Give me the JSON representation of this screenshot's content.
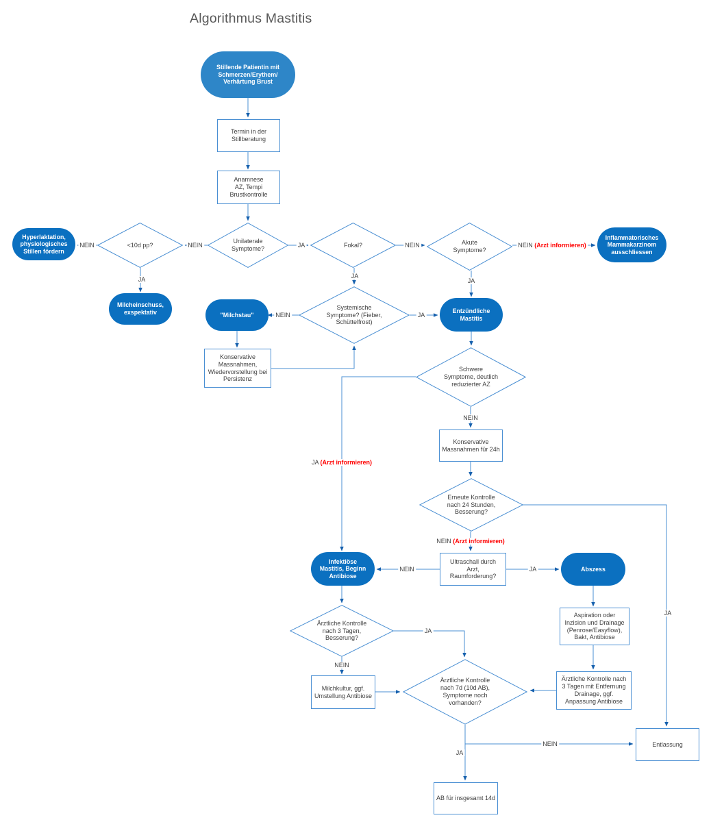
{
  "title": "Algorithmus Mastitis",
  "colors": {
    "node_blue_fill": "#0b70c0",
    "start_blue_fill": "#2e86c8",
    "line_blue": "#4a8fd3",
    "arrow_blue": "#1660ad",
    "text_gray": "#404040",
    "title_gray": "#595959",
    "alert_red": "#ff0000"
  },
  "labels": {
    "ja": "JA",
    "nein": "NEIN",
    "arzt": "(Arzt informieren)"
  },
  "nodes": {
    "start": {
      "label": "Stillende Patientin mit\nSchmerzen/Erythem/\nVerhärtung Brust"
    },
    "termin": {
      "label": "Termin in der\nStillberatung"
    },
    "anamnese": {
      "label": "Anamnese\nAZ, Tempi\nBrustkontrolle"
    },
    "d10pp": {
      "label": "<10d pp?"
    },
    "unilateral": {
      "label": "Unilaterale\nSymptome?"
    },
    "fokal": {
      "label": "Fokal?"
    },
    "akut": {
      "label": "Akute\nSymptome?"
    },
    "hyper": {
      "label": "Hyperlaktation,\nphysiologisches\nStillen fördern"
    },
    "inflamm": {
      "label": "Inflammatorisches\nMammakarzinom\nausschliessen"
    },
    "milcheinschuss": {
      "label": "Milcheinschuss,\nexspektativ"
    },
    "milchstau": {
      "label": "\"Milchstau\""
    },
    "system": {
      "label": "Systemische\nSymptome? (Fieber,\nSchüttelfrost)"
    },
    "entzuendlich": {
      "label": "Entzündliche\nMastitis"
    },
    "konservativ_persistenz": {
      "label": "Konservative\nMassnahmen,\nWiedervorstellung bei\nPersistenz"
    },
    "schwere": {
      "label": "Schwere\nSymptome, deutlich\nreduzierter AZ"
    },
    "konservativ_24h": {
      "label": "Konservative\nMassnahmen für 24h"
    },
    "erneute": {
      "label": "Erneute Kontrolle\nnach 24 Stunden,\nBesserung?"
    },
    "ultraschall": {
      "label": "Ultraschall durch\nArzt,\nRaumforderung?"
    },
    "infektioes": {
      "label": "Infektiöse\nMastitis, Beginn\nAntibiose"
    },
    "abszess": {
      "label": "Abszess"
    },
    "aerztl3": {
      "label": "Ärztliche Kontrolle\nnach 3 Tagen,\nBesserung?"
    },
    "aspiration": {
      "label": "Aspiration oder\nInzision und Drainage\n(Penrose/Easyflow),\nBakt, Antibiose"
    },
    "milchkultur": {
      "label": "Milchkultur, ggf.\nUmstellung Antibiose"
    },
    "aerztl7": {
      "label": "Ärztliche Kontrolle\nnach 7d (10d AB),\nSymptome noch\nvorhanden?"
    },
    "aerztl3_drainage": {
      "label": "Ärztliche Kontrolle nach\n3 Tagen mit Entfernung\nDrainage, ggf.\nAnpassung Antibiose"
    },
    "entlassung": {
      "label": "Entlassung"
    },
    "ab14": {
      "label": "AB für insgesamt 14d"
    }
  }
}
